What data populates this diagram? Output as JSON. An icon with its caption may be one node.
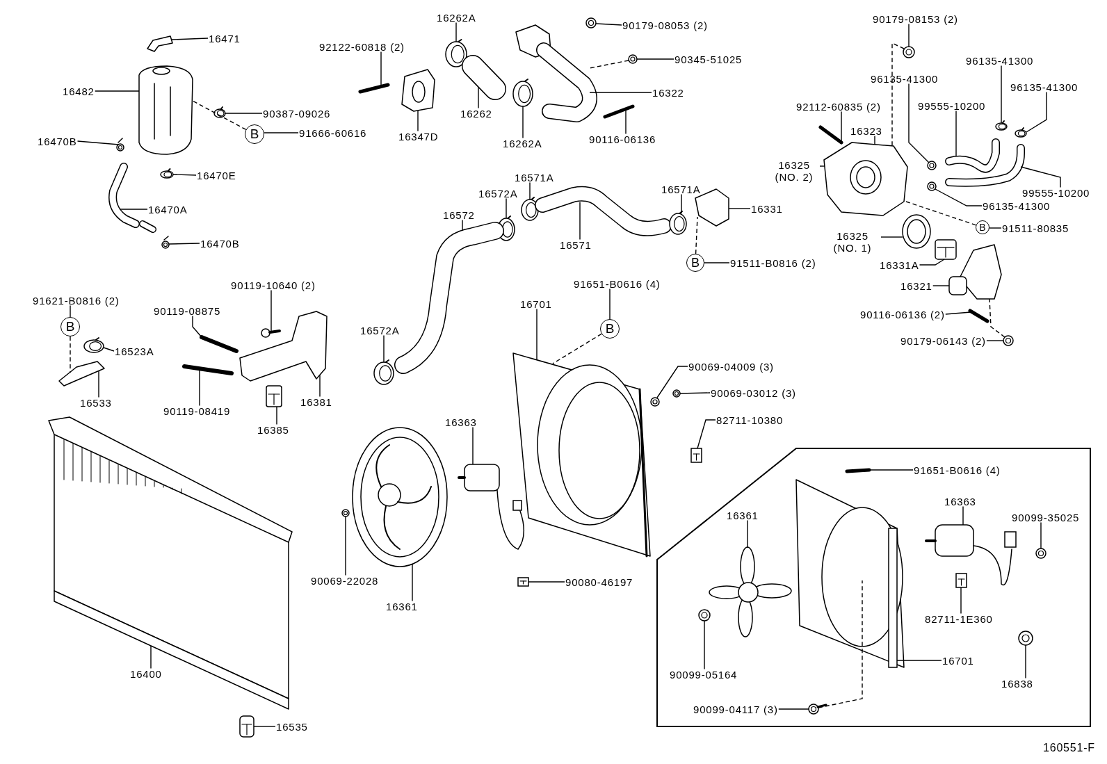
{
  "diagram": {
    "nodes": [
      {
        "text": [
          "16471"
        ]
      },
      {
        "text": [
          "16482"
        ]
      },
      {
        "text": [
          "90387-09026"
        ]
      },
      {
        "text": [
          "B"
        ]
      },
      {
        "text": [
          "91666-60616"
        ]
      },
      {
        "text": [
          "16470B"
        ]
      },
      {
        "text": [
          "16470E"
        ]
      },
      {
        "text": [
          "16470A"
        ]
      },
      {
        "text": [
          "16470B"
        ]
      },
      {
        "text": [
          "92122-60818 (2)"
        ]
      },
      {
        "text": [
          "16262A"
        ]
      },
      {
        "text": [
          "16347D"
        ]
      },
      {
        "text": [
          "16262"
        ]
      },
      {
        "text": [
          "16262A"
        ]
      },
      {
        "text": [
          "90179-08053 (2)"
        ]
      },
      {
        "text": [
          "90345-51025"
        ]
      },
      {
        "text": [
          "16322"
        ]
      },
      {
        "text": [
          "90116-06136"
        ]
      },
      {
        "text": [
          "90179-08153 (2)"
        ]
      },
      {
        "text": [
          "96135-41300"
        ]
      },
      {
        "text": [
          "96135-41300"
        ]
      },
      {
        "text": [
          "96135-41300"
        ]
      },
      {
        "text": [
          "92112-60835 (2)"
        ]
      },
      {
        "text": [
          "16323"
        ]
      },
      {
        "text": [
          "99555-10200"
        ]
      },
      {
        "text": [
          "16325 (NO. 2)"
        ]
      },
      {
        "text": [
          "99555-10200"
        ]
      },
      {
        "text": [
          "96135-41300"
        ]
      },
      {
        "text": [
          "16331"
        ]
      },
      {
        "text": [
          "B"
        ]
      },
      {
        "text": [
          "91511-B0816 (2)"
        ]
      },
      {
        "text": [
          "B"
        ]
      },
      {
        "text": [
          "91511-80835"
        ]
      },
      {
        "text": [
          "16325 (NO. 1)"
        ]
      },
      {
        "text": [
          "16331A"
        ]
      },
      {
        "text": [
          "16321"
        ]
      },
      {
        "text": [
          "90116-06136 (2)"
        ]
      },
      {
        "text": [
          "90179-06143 (2)"
        ]
      },
      {
        "text": [
          "16571A"
        ]
      },
      {
        "text": [
          "16572A"
        ]
      },
      {
        "text": [
          "16572"
        ]
      },
      {
        "text": [
          "16571"
        ]
      },
      {
        "text": [
          "16571A"
        ]
      },
      {
        "text": [
          "91651-B0616 (4)"
        ]
      },
      {
        "text": [
          "B"
        ]
      },
      {
        "text": [
          "16701"
        ]
      },
      {
        "text": [
          "16572A"
        ]
      },
      {
        "text": [
          "90069-04009 (3)"
        ]
      },
      {
        "text": [
          "90069-03012 (3)"
        ]
      },
      {
        "text": [
          "82711-10380"
        ]
      },
      {
        "text": [
          "91621-B0816 (2)"
        ]
      },
      {
        "text": [
          "B"
        ]
      },
      {
        "text": [
          "90119-08875"
        ]
      },
      {
        "text": [
          "90119-10640 (2)"
        ]
      },
      {
        "text": [
          "16523A"
        ]
      },
      {
        "text": [
          "16533"
        ]
      },
      {
        "text": [
          "90119-08419"
        ]
      },
      {
        "text": [
          "16385"
        ]
      },
      {
        "text": [
          "16381"
        ]
      },
      {
        "text": [
          "16363"
        ]
      },
      {
        "text": [
          "90069-22028"
        ]
      },
      {
        "text": [
          "16361"
        ]
      },
      {
        "text": [
          "90080-46197"
        ]
      },
      {
        "text": [
          "16400"
        ]
      },
      {
        "text": [
          "16535"
        ]
      },
      {
        "text": [],
        "shape": "box"
      },
      {
        "text": [
          "91651-B0616 (4)"
        ],
        "in": 65
      },
      {
        "text": [
          "16361"
        ],
        "in": 65
      },
      {
        "text": [
          "16363"
        ],
        "in": 65
      },
      {
        "text": [
          "90099-35025"
        ],
        "in": 65
      },
      {
        "text": [
          "82711-1E360"
        ],
        "in": 65
      },
      {
        "text": [
          "90099-05164"
        ],
        "in": 65
      },
      {
        "text": [
          "16701"
        ],
        "in": 65
      },
      {
        "text": [
          "16838"
        ],
        "in": 65
      },
      {
        "text": [
          "90099-04117 (3)"
        ],
        "in": 65
      },
      {
        "text": [],
        "shape": "picture"
      },
      {
        "text": [],
        "shape": "picture"
      },
      {
        "text": [],
        "shape": "picture"
      },
      {
        "text": [],
        "shape": "picture"
      },
      {
        "text": [],
        "shape": "picture"
      },
      {
        "text": [],
        "shape": "picture"
      },
      {
        "text": [],
        "shape": "picture"
      },
      {
        "text": [],
        "shape": "picture"
      },
      {
        "text": [],
        "shape": "picture"
      },
      {
        "text": [],
        "shape": "picture"
      },
      {
        "text": [],
        "shape": "picture"
      },
      {
        "text": [],
        "shape": "picture"
      },
      {
        "text": [],
        "shape": "picture"
      },
      {
        "text": [],
        "shape": "picture"
      },
      {
        "text": [],
        "shape": "picture"
      },
      {
        "text": [],
        "shape": "picture"
      },
      {
        "text": [],
        "shape": "picture"
      },
      {
        "text": [],
        "shape": "picture"
      },
      {
        "text": [],
        "shape": "picture"
      },
      {
        "text": [],
        "shape": "picture"
      },
      {
        "text": [],
        "shape": "picture"
      },
      {
        "text": [],
        "shape": "picture"
      },
      {
        "text": [],
        "shape": "picture"
      },
      {
        "text": [],
        "shape": "picture"
      },
      {
        "text": [],
        "shape": "picture"
      },
      {
        "text": [],
        "shape": "picture"
      },
      {
        "text": [],
        "shape": "picture"
      },
      {
        "text": [],
        "shape": "picture"
      },
      {
        "text": [],
        "shape": "picture"
      },
      {
        "text": [],
        "shape": "picture"
      },
      {
        "text": [],
        "shape": "picture"
      },
      {
        "text": [],
        "shape": "picture"
      },
      {
        "text": [],
        "shape": "picture"
      },
      {
        "text": [],
        "shape": "picture"
      },
      {
        "text": [],
        "shape": "picture"
      },
      {
        "text": [],
        "shape": "picture"
      },
      {
        "text": [],
        "shape": "picture"
      },
      {
        "text": [],
        "shape": "picture"
      },
      {
        "text": [],
        "shape": "picture"
      },
      {
        "text": [],
        "shape": "picture"
      },
      {
        "text": [],
        "shape": "picture"
      },
      {
        "text": [],
        "shape": "picture"
      },
      {
        "text": [],
        "shape": "picture"
      },
      {
        "text": [],
        "shape": "picture"
      },
      {
        "text": [],
        "shape": "picture"
      },
      {
        "text": [],
        "shape": "picture"
      },
      {
        "text": [],
        "shape": "picture"
      },
      {
        "text": [],
        "shape": "picture"
      },
      {
        "text": [],
        "shape": "picture"
      },
      {
        "text": [],
        "shape": "picture"
      },
      {
        "text": [],
        "shape": "picture"
      },
      {
        "text": [],
        "shape": "picture"
      },
      {
        "text": [],
        "shape": "picture"
      },
      {
        "text": [],
        "shape": "picture"
      },
      {
        "text": [],
        "shape": "picture",
        "in": 65
      },
      {
        "text": [],
        "shape": "picture",
        "in": 65
      },
      {
        "text": [],
        "shape": "picture",
        "in": 65
      },
      {
        "text": [],
        "shape": "picture",
        "in": 65
      },
      {
        "text": [],
        "shape": "picture",
        "in": 65
      },
      {
        "text": [],
        "shape": "picture",
        "in": 65
      },
      {
        "text": [],
        "shape": "picture",
        "in": 65
      },
      {
        "text": [],
        "shape": "picture",
        "in": 65
      },
      {
        "text": [],
        "shape": "picture",
        "in": 65
      }
    ],
    "edges": [
      {
        "from": 0,
        "to": 75,
        "arrow": "none"
      },
      {
        "from": 1,
        "to": 76,
        "arrow": "none"
      },
      {
        "from": 2,
        "to": 77,
        "arrow": "none"
      },
      {
        "from": 4,
        "to": 3,
        "arrow": "none"
      },
      {
        "from": 3,
        "to": 76,
        "arrow": "none",
        "style": "dashed"
      },
      {
        "from": 5,
        "to": 78,
        "arrow": "none"
      },
      {
        "from": 6,
        "to": 79,
        "arrow": "none"
      },
      {
        "from": 7,
        "to": 80,
        "arrow": "none"
      },
      {
        "from": 8,
        "to": 81,
        "arrow": "none"
      },
      {
        "from": 9,
        "to": 82,
        "arrow": "none"
      },
      {
        "from": 10,
        "to": 83,
        "arrow": "none"
      },
      {
        "from": 11,
        "to": 84,
        "arrow": "none"
      },
      {
        "from": 12,
        "to": 85,
        "arrow": "none"
      },
      {
        "from": 13,
        "to": 86,
        "arrow": "none"
      },
      {
        "from": 14,
        "to": 87,
        "arrow": "none"
      },
      {
        "from": 15,
        "to": 88,
        "arrow": "none"
      },
      {
        "from": 16,
        "to": 89,
        "arrow": "none"
      },
      {
        "from": 17,
        "to": 90,
        "arrow": "none"
      },
      {
        "from": 18,
        "to": 91,
        "arrow": "none"
      },
      {
        "from": 19,
        "to": 92,
        "arrow": "none"
      },
      {
        "from": 20,
        "to": 93,
        "arrow": "none"
      },
      {
        "from": 21,
        "to": 94,
        "arrow": "none"
      },
      {
        "from": 22,
        "to": 95,
        "arrow": "none"
      },
      {
        "from": 23,
        "to": 96,
        "arrow": "none"
      },
      {
        "from": 24,
        "to": 97,
        "arrow": "none"
      },
      {
        "from": 25,
        "to": 96,
        "arrow": "none"
      },
      {
        "from": 26,
        "to": 98,
        "arrow": "none"
      },
      {
        "from": 27,
        "to": 99,
        "arrow": "none"
      },
      {
        "from": 28,
        "to": 100,
        "arrow": "none"
      },
      {
        "from": 30,
        "to": 29,
        "arrow": "none"
      },
      {
        "from": 29,
        "to": 100,
        "arrow": "none",
        "style": "dashed"
      },
      {
        "from": 32,
        "to": 31,
        "arrow": "none"
      },
      {
        "from": 31,
        "to": 96,
        "arrow": "none",
        "style": "dashed"
      },
      {
        "from": 33,
        "to": 101,
        "arrow": "none"
      },
      {
        "from": 34,
        "to": 102,
        "arrow": "none"
      },
      {
        "from": 35,
        "to": 103,
        "arrow": "none"
      },
      {
        "from": 36,
        "to": 104,
        "arrow": "none"
      },
      {
        "from": 37,
        "to": 105,
        "arrow": "none"
      },
      {
        "from": 38,
        "to": 106,
        "arrow": "none"
      },
      {
        "from": 39,
        "to": 107,
        "arrow": "none"
      },
      {
        "from": 40,
        "to": 108,
        "arrow": "none"
      },
      {
        "from": 41,
        "to": 109,
        "arrow": "none"
      },
      {
        "from": 42,
        "to": 110,
        "arrow": "none"
      },
      {
        "from": 43,
        "to": 44,
        "arrow": "none"
      },
      {
        "from": 44,
        "to": 111,
        "arrow": "none",
        "style": "dashed"
      },
      {
        "from": 45,
        "to": 111,
        "arrow": "none"
      },
      {
        "from": 46,
        "to": 112,
        "arrow": "none"
      },
      {
        "from": 47,
        "to": 113,
        "arrow": "none"
      },
      {
        "from": 48,
        "to": 114,
        "arrow": "none"
      },
      {
        "from": 49,
        "to": 115,
        "arrow": "none"
      },
      {
        "from": 50,
        "to": 51,
        "arrow": "none"
      },
      {
        "from": 51,
        "to": 119,
        "arrow": "none",
        "style": "dashed"
      },
      {
        "from": 52,
        "to": 116,
        "arrow": "none"
      },
      {
        "from": 53,
        "to": 117,
        "arrow": "none"
      },
      {
        "from": 54,
        "to": 118,
        "arrow": "none"
      },
      {
        "from": 55,
        "to": 119,
        "arrow": "none"
      },
      {
        "from": 56,
        "to": 120,
        "arrow": "none"
      },
      {
        "from": 57,
        "to": 121,
        "arrow": "none"
      },
      {
        "from": 58,
        "to": 122,
        "arrow": "none"
      },
      {
        "from": 59,
        "to": 123,
        "arrow": "none"
      },
      {
        "from": 60,
        "to": 124,
        "arrow": "none"
      },
      {
        "from": 61,
        "to": 125,
        "arrow": "none"
      },
      {
        "from": 62,
        "to": 126,
        "arrow": "none"
      },
      {
        "from": 63,
        "to": 127,
        "arrow": "none"
      },
      {
        "from": 64,
        "to": 128,
        "arrow": "none"
      },
      {
        "from": 66,
        "to": 129,
        "arrow": "none"
      },
      {
        "from": 67,
        "to": 130,
        "arrow": "none"
      },
      {
        "from": 68,
        "to": 131,
        "arrow": "none"
      },
      {
        "from": 69,
        "to": 132,
        "arrow": "none"
      },
      {
        "from": 70,
        "to": 133,
        "arrow": "none"
      },
      {
        "from": 71,
        "to": 134,
        "arrow": "none"
      },
      {
        "from": 72,
        "to": 135,
        "arrow": "none"
      },
      {
        "from": 73,
        "to": 136,
        "arrow": "none"
      },
      {
        "from": 74,
        "to": 137,
        "arrow": "none"
      },
      {
        "from": 88,
        "to": 89,
        "arrow": "none",
        "style": "dashed"
      },
      {
        "from": 91,
        "to": 96,
        "arrow": "none",
        "style": "dashed"
      },
      {
        "from": 105,
        "to": 103,
        "arrow": "none",
        "style": "dashed"
      },
      {
        "from": 137,
        "to": 135,
        "arrow": "none",
        "style": "dashed"
      }
    ],
    "labels": [
      "160551-F"
    ]
  }
}
